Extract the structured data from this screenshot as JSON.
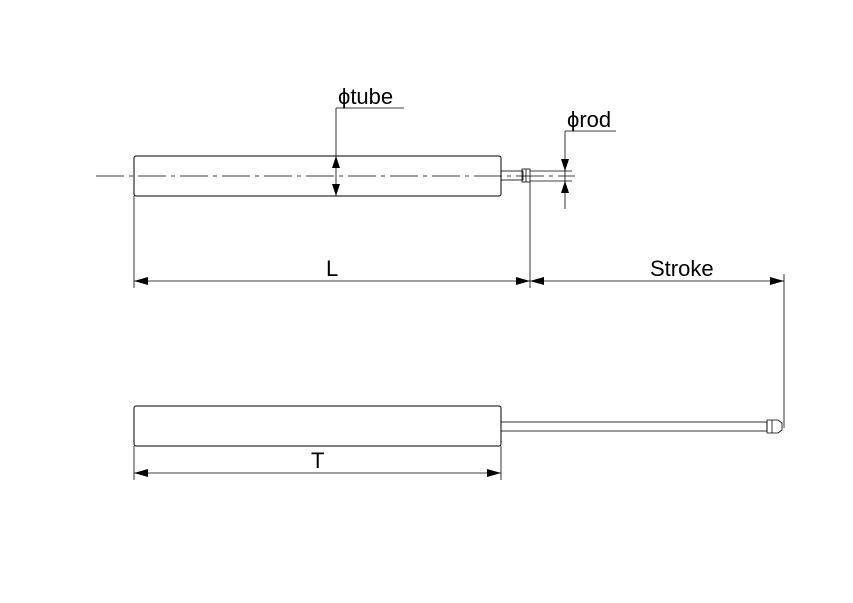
{
  "labels": {
    "tube_diameter": "ϕtube",
    "rod_diameter": "ϕrod",
    "length": "L",
    "stroke": "Stroke",
    "total": "T"
  }
}
